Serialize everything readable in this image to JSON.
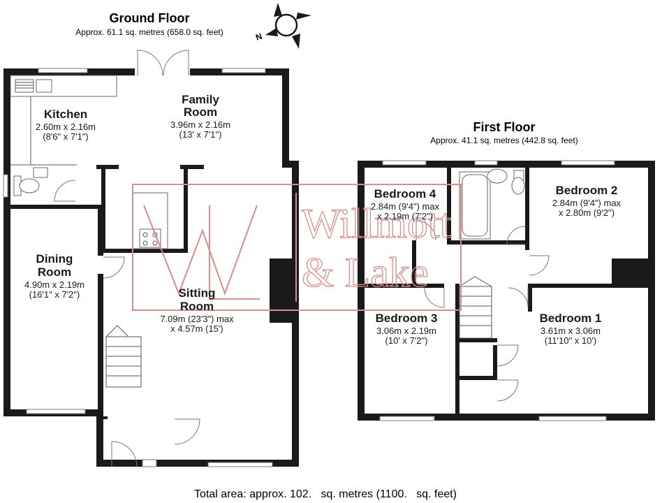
{
  "ground_floor": {
    "title": "Ground Floor",
    "area": "Approx. 61.1 sq. metres (658.0 sq. feet)",
    "rooms": {
      "kitchen": {
        "name": [
          "Kitchen"
        ],
        "dims": [
          "2.60m x 2.16m",
          "(8'6\" x 7'1\")"
        ]
      },
      "family_room": {
        "name": [
          "Family",
          "Room"
        ],
        "dims": [
          "3.96m x 2.16m",
          "(13' x 7'1\")"
        ]
      },
      "dining_room": {
        "name": [
          "Dining",
          "Room"
        ],
        "dims": [
          "4.90m x 2.19m",
          "(16'1\" x 7'2\")"
        ]
      },
      "sitting_room": {
        "name": [
          "Sitting",
          "Room"
        ],
        "dims": [
          "7.09m (23'3\") max",
          "x 4.57m (15')"
        ]
      }
    }
  },
  "first_floor": {
    "title": "First Floor",
    "area": "Approx. 41.1 sq. metres (442.8 sq. feet)",
    "rooms": {
      "bedroom_4": {
        "name": [
          "Bedroom 4"
        ],
        "dims": [
          "2.84m (9'4\") max",
          "x 2.19m (7'2\")"
        ]
      },
      "bedroom_2": {
        "name": [
          "Bedroom 2"
        ],
        "dims": [
          "2.84m (9'4\") max",
          "x 2.80m (9'2\")"
        ]
      },
      "bedroom_3": {
        "name": [
          "Bedroom 3"
        ],
        "dims": [
          "3.06m x 2.19m",
          "(10' x 7'2\")"
        ]
      },
      "bedroom_1": {
        "name": [
          "Bedroom 1"
        ],
        "dims": [
          "3.61m x 3.06m",
          "(11'10\" x 10')"
        ]
      }
    }
  },
  "compass": {
    "north_label": "N"
  },
  "watermark": {
    "line1": "Willmott",
    "line2": "& Lake"
  },
  "total_area": "Total area: approx. 102.   sq. metres (1100.   sq. feet)",
  "colors": {
    "walls": "#1a1a1a",
    "watermark": "#d98c8c"
  }
}
